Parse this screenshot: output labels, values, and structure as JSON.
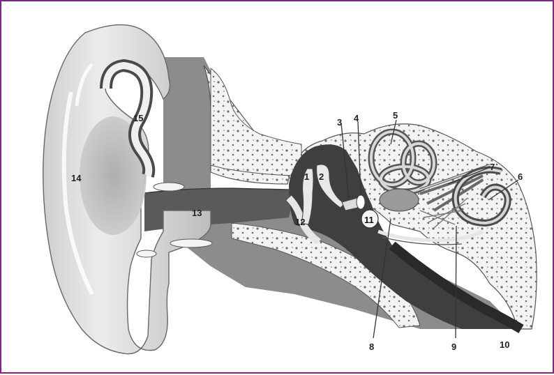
{
  "labels": {
    "l1": "1",
    "l2": "2",
    "l3": "3",
    "l4": "4",
    "l5": "5",
    "l6": "6",
    "l7": "7",
    "l8": "8",
    "l9": "9",
    "l10": "10",
    "l11": "11",
    "l12": "12",
    "l13": "13",
    "l14": "14",
    "l15": "15"
  },
  "colors": {
    "frame": "#7b2a7b",
    "bone": "#f2f2f2",
    "tissue": "#8a8a8a",
    "canal": "#5e5e5e",
    "dark": "#3c3c3c",
    "skin": "#d6d6d6"
  }
}
